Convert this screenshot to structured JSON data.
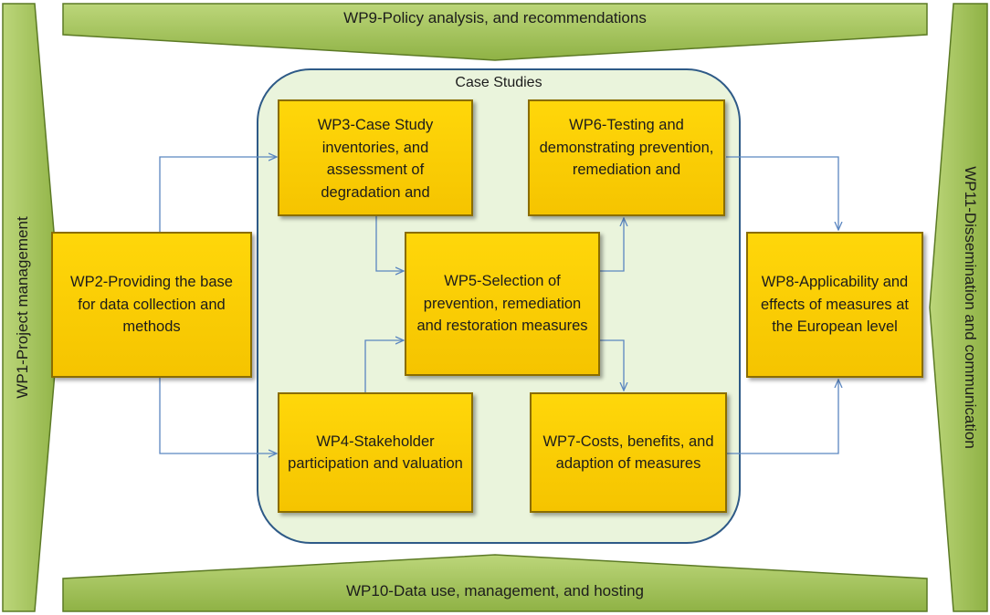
{
  "banners": {
    "top": "WP9-Policy analysis, and recommendations",
    "bottom": "WP10-Data use, management, and hosting",
    "left": "WP1-Project management",
    "right": "WP11-Dissemination and communication"
  },
  "container": {
    "title": "Case Studies"
  },
  "boxes": {
    "wp2": "WP2-Providing the base for data collection and methods",
    "wp3": "WP3-Case Study inventories, and assessment of degradation and",
    "wp4": "WP4-Stakeholder participation and valuation",
    "wp5": "WP5-Selection of prevention, remediation and restoration measures",
    "wp6": "WP6-Testing and demonstrating prevention, remediation and",
    "wp7": "WP7-Costs, benefits, and adaption of measures",
    "wp8": "WP8-Applicability and effects of measures at the European level"
  },
  "colors": {
    "banner_fill": "#a5c45e",
    "banner_stroke": "#5c7a25",
    "box_fill": "#ffd20a",
    "container_fill": "#eaf4dc",
    "container_stroke": "#2e5a87",
    "arrow": "#5b86c0"
  }
}
